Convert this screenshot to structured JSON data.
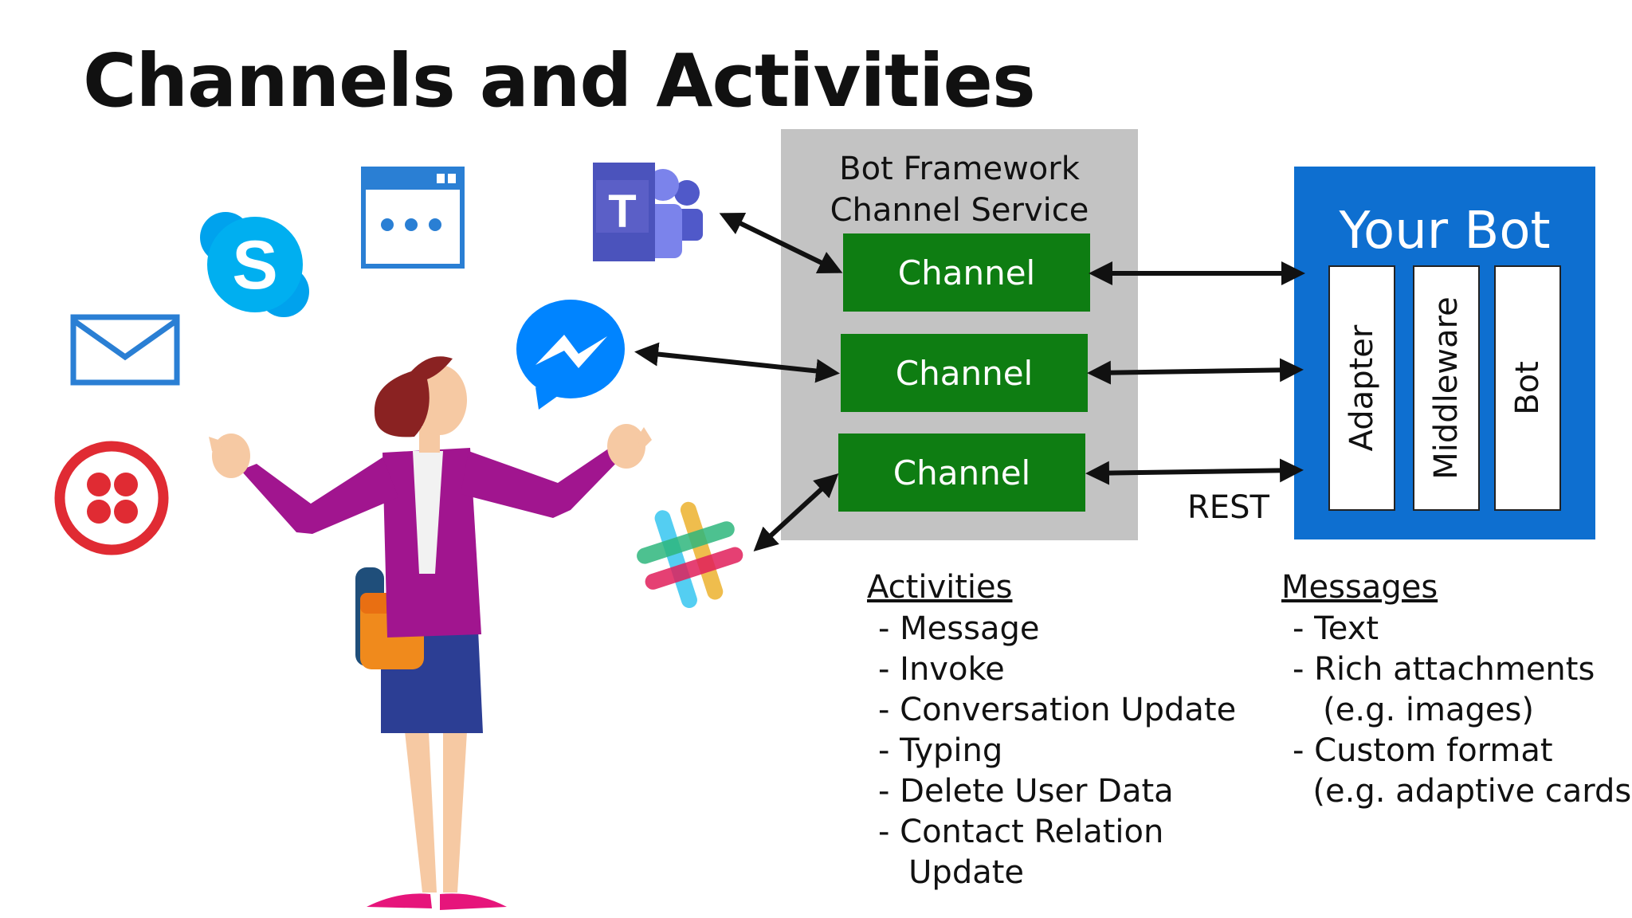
{
  "title": "Channels and Activities",
  "service": {
    "title_line1": "Bot Framework",
    "title_line2": "Channel Service",
    "channels": [
      "Channel",
      "Channel",
      "Channel"
    ]
  },
  "bot": {
    "title": "Your Bot",
    "layers": [
      "Adapter",
      "Middleware",
      "Bot"
    ]
  },
  "rest_label": "REST",
  "activities": {
    "heading": "Activities",
    "items": [
      "- Message",
      "- Invoke",
      "- Conversation Update",
      "- Typing",
      "- Delete User Data",
      "- Contact Relation",
      "   Update"
    ]
  },
  "messages": {
    "heading": "Messages",
    "items": [
      "- Text",
      "- Rich attachments",
      "   (e.g. images)",
      "- Custom format",
      "  (e.g. adaptive cards)"
    ]
  },
  "icons": [
    "teams-icon",
    "web-chat-icon",
    "skype-icon",
    "email-icon",
    "messenger-icon",
    "twilio-icon",
    "slack-icon"
  ],
  "colors": {
    "channel_green": "#0e7d12",
    "service_gray": "#c3c3c3",
    "bot_blue": "#0e6fd0"
  }
}
